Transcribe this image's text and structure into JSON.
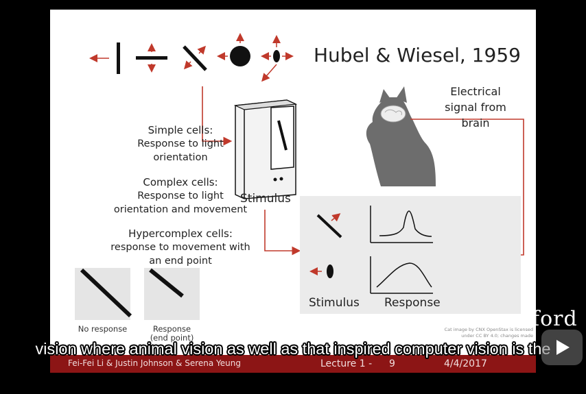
{
  "slide": {
    "title": "Hubel & Wiesel, 1959",
    "simple_cells": {
      "heading": "Simple cells:",
      "line1": "Response to light",
      "line2": "orientation"
    },
    "complex_cells": {
      "heading": "Complex cells:",
      "line1": "Response to light",
      "line2": "orientation and movement"
    },
    "hypercomplex_cells": {
      "heading": "Hypercomplex cells:",
      "line1": "response to movement with",
      "line2": "an end point"
    },
    "no_response_caption": "No response",
    "response_caption_line1": "Response",
    "response_caption_line2": "(end point)",
    "stimulus_label": "Stimulus",
    "electrical_signal": {
      "line1": "Electrical",
      "line2": "signal from",
      "line3": "brain"
    },
    "panel_stimulus_label": "Stimulus",
    "panel_response_label": "Response",
    "image_credit_line1": "Cat image by CNX OpenStax is licensed",
    "image_credit_line2": "under CC BY 4.0; changes made"
  },
  "footer": {
    "authors": "Fei-Fei Li & Justin Johnson & Serena Yeung",
    "lecture": "Lecture 1 -",
    "slide_number": "9",
    "date": "4/4/2017"
  },
  "overlay": {
    "watermark": "ford",
    "subtitle": "vision where animal vision as well as that inspired computer vision is the"
  },
  "colors": {
    "arrow_red": "#c0392b",
    "footer_bg": "#8c1515",
    "panel_bg": "#ebebeb"
  },
  "icons": {
    "play": "play-icon"
  }
}
